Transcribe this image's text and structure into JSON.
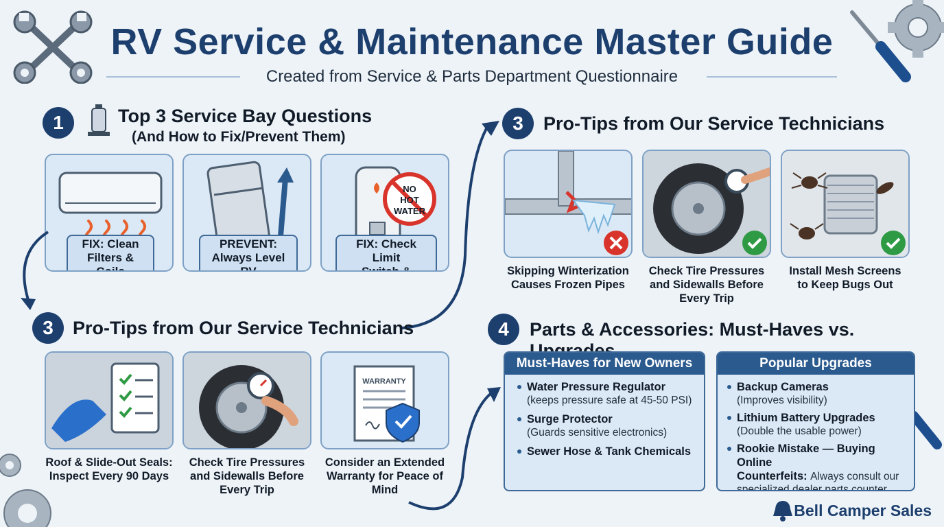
{
  "header": {
    "title": "RV Service & Maintenance Master Guide",
    "subtitle": "Created from Service & Parts Department Questionnaire"
  },
  "section1": {
    "number": "1",
    "title": "Top 3 Service Bay Questions",
    "subtitle": "(And How to Fix/Prevent Them)",
    "cards": [
      {
        "label_line1": "FIX: Clean",
        "label_line2": "Filters & Coils",
        "icon": "air-conditioner-icon"
      },
      {
        "label_line1": "PREVENT:",
        "label_line2": "Always Level RV",
        "icon": "refrigerator-icon"
      },
      {
        "label_line1": "FIX: Check Limit",
        "label_line2": "Switch & Ignition",
        "icon": "water-heater-icon",
        "badge_lines": [
          "NO",
          "HOT",
          "WATER"
        ]
      }
    ]
  },
  "section3_left": {
    "number": "3",
    "title": "Pro-Tips from Our Service Technicians",
    "cards": [
      {
        "caption_line1": "Roof & Slide-Out Seals:",
        "caption_line2": "Inspect Every 90 Days",
        "icon": "roof-inspection-icon"
      },
      {
        "caption_line1": "Check Tire Pressures",
        "caption_line2": "and Sidewalls Before",
        "caption_line3": "Every Trip",
        "icon": "tire-gauge-icon"
      },
      {
        "caption_line1": "Consider an Extended",
        "caption_line2": "Warranty for Peace of",
        "caption_line3": "Mind",
        "icon": "warranty-document-icon",
        "doc_label": "WARRANTY"
      }
    ]
  },
  "section3_right": {
    "number": "3",
    "title": "Pro-Tips from Our Service Technicians",
    "cards": [
      {
        "caption_line1": "Skipping Winterization",
        "caption_line2": "Causes Frozen Pipes",
        "icon": "frozen-pipe-icon",
        "status": "bad"
      },
      {
        "caption_line1": "Check Tire Pressures",
        "caption_line2": "and Sidewalls Before",
        "caption_line3": "Every Trip",
        "icon": "tire-gauge-icon",
        "status": "good"
      },
      {
        "caption_line1": "Install Mesh Screens",
        "caption_line2": "to Keep Bugs Out",
        "icon": "bug-screen-icon",
        "status": "good"
      }
    ]
  },
  "section4": {
    "number": "4",
    "title": "Parts & Accessories: Must-Haves vs. Upgrades",
    "must_haves": {
      "heading": "Must-Haves for New Owners",
      "items": [
        {
          "title": "Water Pressure Regulator",
          "desc": "(keeps pressure safe at 45-50 PSI)"
        },
        {
          "title": "Surge Protector",
          "desc": "(Guards sensitive electronics)"
        },
        {
          "title": "Sewer Hose & Tank Chemicals",
          "desc": ""
        }
      ]
    },
    "upgrades": {
      "heading": "Popular Upgrades",
      "items": [
        {
          "title": "Backup Cameras",
          "desc": "(Improves visibility)"
        },
        {
          "title": "Lithium Battery Upgrades",
          "desc": "(Double the usable power)"
        },
        {
          "title": "Rookie Mistake — Buying Online",
          "title2": "Counterfeits:",
          "desc_inline": "Always consult our",
          "desc": "specialized dealer parts counter"
        }
      ]
    }
  },
  "footer": {
    "brand": "Bell Camper Sales"
  },
  "colors": {
    "navy": "#1d3f6e",
    "panel_blue": "#2a5a8e",
    "card_bg": "#dbe8f5",
    "good": "#2f9a44",
    "bad": "#d9342b"
  }
}
